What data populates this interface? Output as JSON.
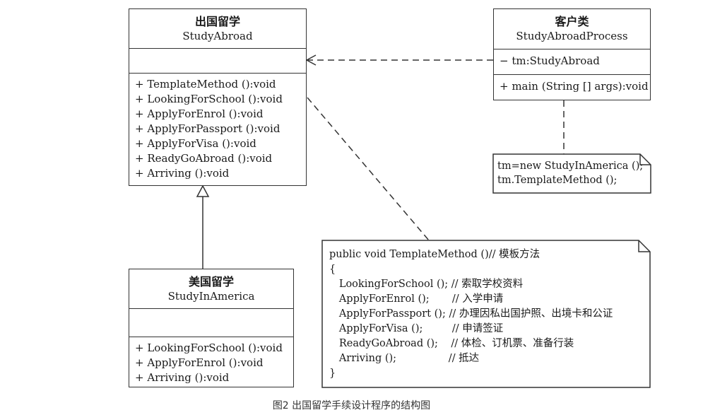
{
  "classes": {
    "study_abroad": {
      "cn_name": "出国留学",
      "en_name": "StudyAbroad",
      "methods": [
        "+ TemplateMethod ():void",
        "+ LookingForSchool ():void",
        "+ ApplyForEnrol ():void",
        "+ ApplyForPassport ():void",
        "+ ApplyForVisa ():void",
        "+ ReadyGoAbroad ():void",
        "+ Arriving ():void"
      ]
    },
    "process": {
      "cn_name": "客户类",
      "en_name": "StudyAbroadProcess",
      "attributes": [
        "− tm:StudyAbroad"
      ],
      "methods": [
        "+ main (String [] args):void"
      ]
    },
    "america": {
      "cn_name": "美国留学",
      "en_name": "StudyInAmerica",
      "methods": [
        "+ LookingForSchool ():void",
        "+ ApplyForEnrol ():void",
        "+ Arriving ():void"
      ]
    }
  },
  "notes": {
    "client_note": {
      "lines": [
        "tm=new StudyInAmerica ();",
        "tm.TemplateMethod ();"
      ]
    },
    "template_note": {
      "lines": [
        "public void TemplateMethod ()// 模板方法",
        "{",
        "   LookingForSchool (); // 索取学校资料",
        "   ApplyForEnrol ();       // 入学申请",
        "   ApplyForPassport (); // 办理因私出国护照、出境卡和公证",
        "   ApplyForVisa ();         // 申请签证",
        "   ReadyGoAbroad ();    // 体检、订机票、准备行装",
        "   Arriving ();                // 抵达",
        "}"
      ]
    }
  },
  "caption": "图2 出国留学手续设计程序的结构图"
}
